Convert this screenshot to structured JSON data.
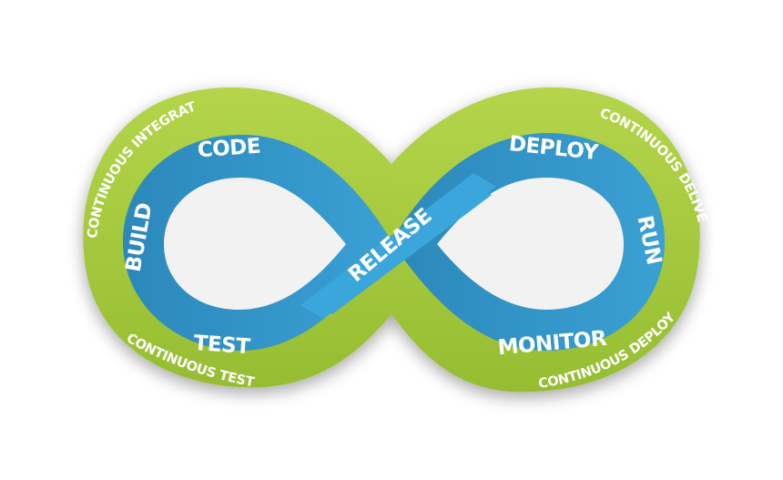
{
  "colors": {
    "background": "#ffffff",
    "outer_band": "#a4c93b",
    "outer_band_dark": "#8db02c",
    "inner_band": "#2f8ec0",
    "inner_band_light": "#3ea6d9",
    "text": "#ffffff"
  },
  "inner_stages": {
    "code": "CODE",
    "build": "BUILD",
    "test": "TEST",
    "release": "RELEASE",
    "deploy": "DEPLOY",
    "run": "RUN",
    "monitor": "MONITOR"
  },
  "outer_labels": {
    "continuous_integration": "CONTINUOUS INTEGRATION",
    "continuous_testing": "CONTINUOUS TESTING",
    "continuous_delivery": "CONTINUOUS DELIVERY",
    "continuous_deployment": "CONTINUOUS DEPLOYMENT"
  }
}
